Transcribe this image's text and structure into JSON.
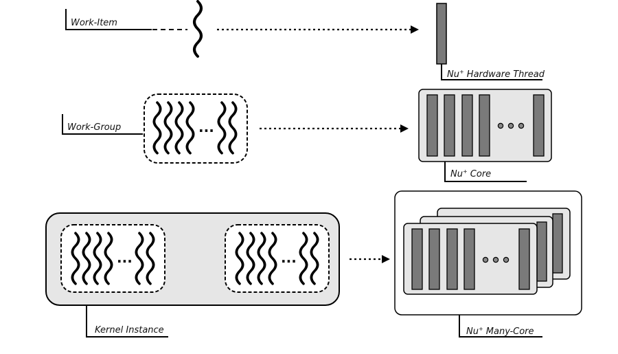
{
  "labels": {
    "work_item": "Work-Item",
    "work_group": "Work-Group",
    "kernel_instance": "Kernel Instance",
    "hw_thread_prefix": "Nu",
    "hw_thread_sup": "+",
    "hw_thread_suffix": " Hardware Thread",
    "core_prefix": "Nu",
    "core_sup": "+",
    "core_suffix": " Core",
    "manycore_prefix": "Nu",
    "manycore_sup": "+",
    "manycore_suffix": " Many-Core"
  },
  "ellipsis": "...",
  "colors": {
    "bar_fill": "#7a7a7a",
    "panel_fill": "#e6e6e6",
    "stroke": "#000000"
  },
  "icons": {
    "thread": "wavy-thread-icon",
    "dots": "three-dots-icon"
  }
}
